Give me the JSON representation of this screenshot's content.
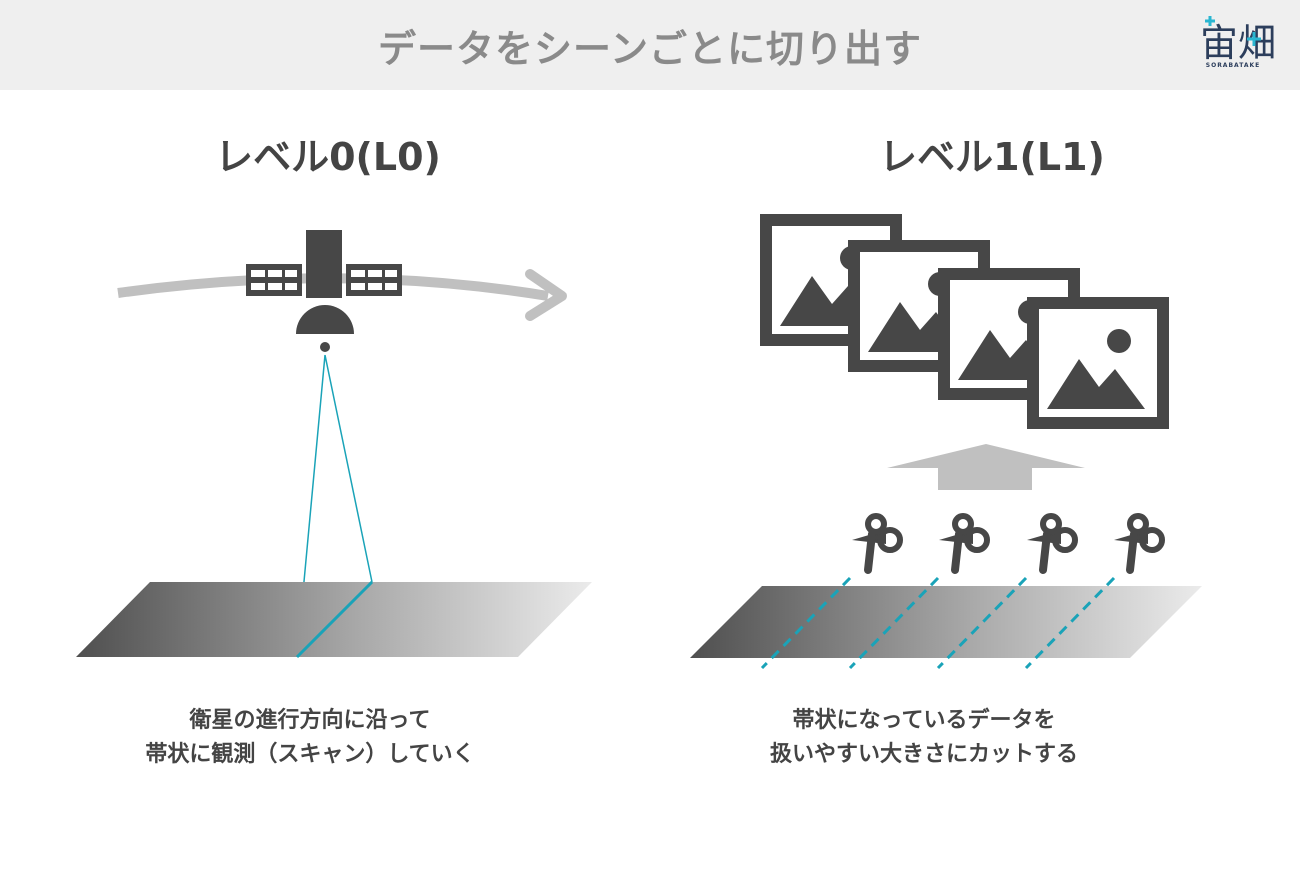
{
  "header": {
    "title": "データをシーンごとに切り出す",
    "logo_brand": "宙畑",
    "logo_subtext": "SORABATAKE"
  },
  "panels": [
    {
      "title": "レベル0(L0)",
      "caption_lines": [
        "衛星の進行方向に沿って",
        "帯状に観測（スキャン）していく"
      ]
    },
    {
      "title": "レベル1(L1)",
      "caption_lines": [
        "帯状になっているデータを",
        "扱いやすい大きさにカットする"
      ]
    }
  ],
  "colors": {
    "header_bg": "#efefef",
    "header_text": "#8a8a8a",
    "dark_gray": "#474747",
    "light_gray": "#c0c0c0",
    "accent_cyan": "#1aa3b8"
  }
}
